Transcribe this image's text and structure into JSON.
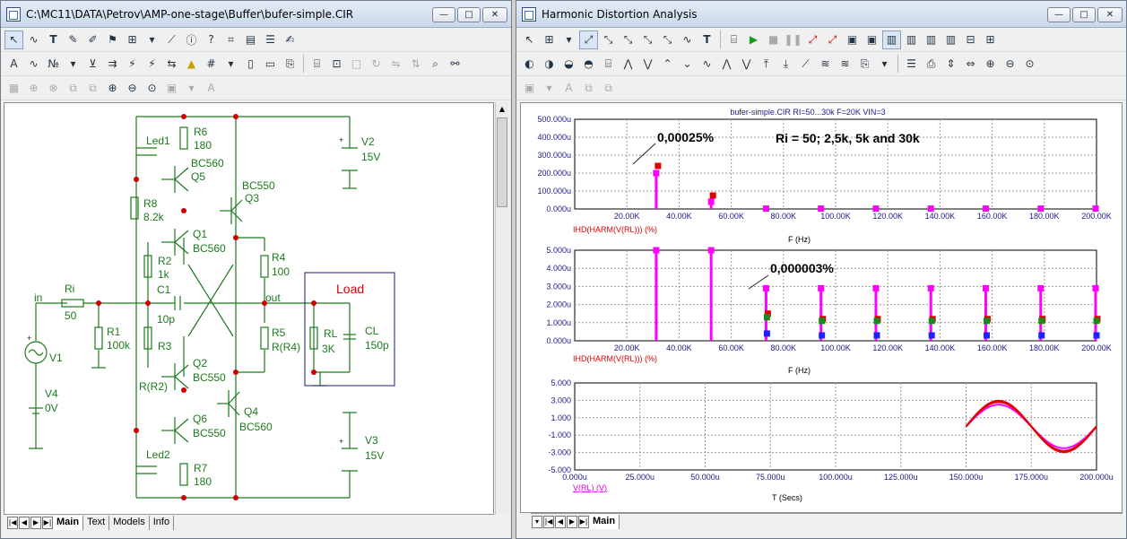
{
  "left_window": {
    "title": "C:\\MC11\\DATA\\Petrov\\AMP-one-stage\\Buffer\\bufer-simple.CIR",
    "controls": {
      "minimize": "—",
      "maximize": "□",
      "close": "✕"
    },
    "tabs": [
      "Main",
      "Text",
      "Models",
      "Info"
    ],
    "active_tab": "Main"
  },
  "right_window": {
    "title": "Harmonic Distortion Analysis",
    "controls": {
      "minimize": "—",
      "maximize": "□",
      "close": "✕"
    },
    "tabs": [
      "Main"
    ],
    "active_tab": "Main"
  },
  "schematic": {
    "labels": {
      "led1": "Led1",
      "led2": "Led2",
      "r6": "R6",
      "r6v": "180",
      "q5": "Q5",
      "q5t": "BC560",
      "q3": "Q3",
      "q3t": "BC550",
      "r8": "R8",
      "r8v": "8.2k",
      "q1": "Q1",
      "q1t": "BC560",
      "r2": "R2",
      "r2v": "1k",
      "c1": "C1",
      "c1v": "10p",
      "r3": "R3",
      "r3v": "R(R2)",
      "q2": "Q2",
      "q2t": "BC550",
      "q6": "Q6",
      "q6t": "BC550",
      "q4": "Q4",
      "q4t": "BC560",
      "r7": "R7",
      "r7v": "180",
      "r4": "R4",
      "r4v": "100",
      "r5": "R5",
      "r5v": "R(R4)",
      "v2": "V2",
      "v2v": "15V",
      "v3": "V3",
      "v3v": "15V",
      "ri": "Ri",
      "riv": "50",
      "r1": "R1",
      "r1v": "100k",
      "v1": "V1",
      "v4": "V4",
      "v4v": "0V",
      "in": "in",
      "out": "out",
      "load": "Load",
      "rl": "RL",
      "rlv": "3K",
      "cl": "CL",
      "clv": "150p",
      "plus1": "+",
      "plus2": "+",
      "plus3": "+"
    }
  },
  "plot_header": "bufer-simple.CIR RI=50...30k F=20K VIN=3",
  "chart_data": [
    {
      "type": "bar",
      "title": "bufer-simple.CIR RI=50...30k F=20K VIN=3",
      "ylabel": "IHD(HARM(V(RL))) (%)",
      "xlabel": "F (Hz)",
      "x_ticks": [
        "20.00K",
        "40.00K",
        "60.00K",
        "80.00K",
        "100.00K",
        "120.00K",
        "140.00K",
        "160.00K",
        "180.00K",
        "200.00K"
      ],
      "y_ticks": [
        "0.000u",
        "100.000u",
        "200.000u",
        "300.000u",
        "400.000u",
        "500.000u"
      ],
      "ylim": [
        0,
        500
      ],
      "y_unit": "u",
      "x": [
        20,
        40,
        60,
        80,
        100,
        120,
        140,
        160,
        180,
        200
      ],
      "series": [
        {
          "color": "#ff00ff",
          "values": [
            0,
            200,
            40,
            2,
            2,
            2,
            2,
            2,
            2,
            2
          ]
        },
        {
          "color": "#e00000",
          "values": [
            0,
            240,
            75,
            0,
            0,
            0,
            0,
            0,
            0,
            0
          ]
        }
      ],
      "annotations": [
        "0,00025%",
        "Ri = 50; 2,5k, 5k and 30k"
      ],
      "grid": true
    },
    {
      "type": "bar",
      "ylabel": "IHD(HARM(V(RL))) (%)",
      "xlabel": "F (Hz)",
      "x_ticks": [
        "20.00K",
        "40.00K",
        "60.00K",
        "80.00K",
        "100.00K",
        "120.00K",
        "140.00K",
        "160.00K",
        "180.00K",
        "200.00K"
      ],
      "y_ticks": [
        "0.000u",
        "1.000u",
        "2.000u",
        "3.000u",
        "4.000u",
        "5.000u"
      ],
      "ylim": [
        0,
        5
      ],
      "y_unit": "u",
      "x": [
        20,
        40,
        60,
        80,
        100,
        120,
        140,
        160,
        180,
        200
      ],
      "series": [
        {
          "color": "#ff00ff",
          "values": [
            0,
            5,
            5,
            2.9,
            2.9,
            2.9,
            2.9,
            2.9,
            2.9,
            2.9
          ]
        },
        {
          "color": "#e00000",
          "values": [
            0,
            0,
            0,
            1.5,
            1.2,
            1.2,
            1.2,
            1.2,
            1.2,
            1.2
          ]
        },
        {
          "color": "#1a8a1a",
          "values": [
            0,
            0,
            0,
            1.3,
            1.1,
            1.1,
            1.1,
            1.1,
            1.1,
            1.1
          ]
        },
        {
          "color": "#2020ff",
          "values": [
            0,
            0,
            0,
            0.4,
            0.3,
            0.3,
            0.3,
            0.3,
            0.3,
            0.3
          ]
        }
      ],
      "annotations": [
        "0,000003%"
      ],
      "grid": true
    },
    {
      "type": "line",
      "ylabel": "V(RL) (V)",
      "xlabel": "T (Secs)",
      "x_ticks": [
        "0.000u",
        "25.000u",
        "50.000u",
        "75.000u",
        "100.000u",
        "125.000u",
        "150.000u",
        "175.000u",
        "200.000u"
      ],
      "y_ticks": [
        "-5.000",
        "-3.000",
        "-1.000",
        "1.000",
        "3.000",
        "5.000"
      ],
      "xlim": [
        0,
        200
      ],
      "ylim": [
        -5,
        5
      ],
      "wave": {
        "t_start": 150,
        "t_end": 200,
        "frequency_khz": 20
      },
      "series": [
        {
          "color": "#ff00ff",
          "amplitude": 2.5
        },
        {
          "color": "#e00000",
          "amplitude": 2.9
        },
        {
          "color": "#e00000",
          "amplitude": 2.8
        },
        {
          "color": "#e00000",
          "amplitude": 2.95
        }
      ],
      "grid": true
    }
  ]
}
